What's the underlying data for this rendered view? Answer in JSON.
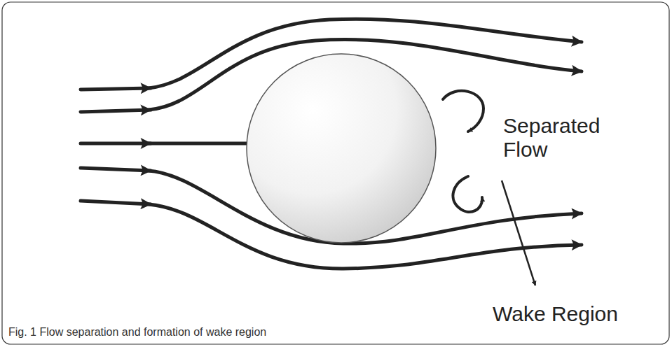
{
  "diagram": {
    "caption": "Fig. 1 Flow separation and formation of wake region",
    "labels": [
      "Separated Flow",
      "Wake Region"
    ]
  }
}
